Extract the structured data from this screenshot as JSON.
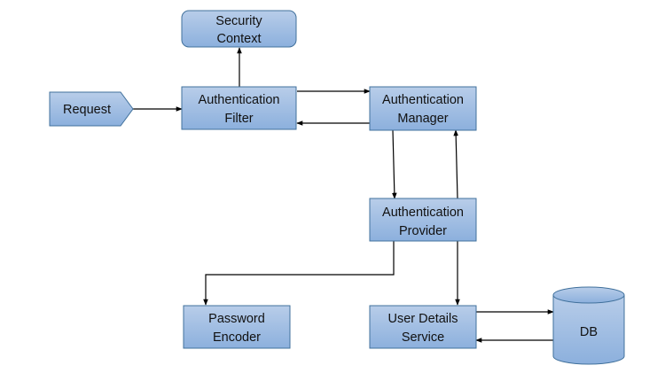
{
  "colors": {
    "box_fill_top": "#b8cde9",
    "box_fill_bottom": "#8cb0dd",
    "box_stroke": "#41719c",
    "arrow": "#000000",
    "text": "#111111"
  },
  "nodes": {
    "security_context": {
      "line1": "Security",
      "line2": "Context"
    },
    "request": {
      "line1": "Request"
    },
    "authentication_filter": {
      "line1": "Authentication",
      "line2": "Filter"
    },
    "authentication_manager": {
      "line1": "Authentication",
      "line2": "Manager"
    },
    "authentication_provider": {
      "line1": "Authentication",
      "line2": "Provider"
    },
    "password_encoder": {
      "line1": "Password",
      "line2": "Encoder"
    },
    "user_details_service": {
      "line1": "User Details",
      "line2": "Service"
    },
    "db": {
      "line1": "DB"
    }
  }
}
